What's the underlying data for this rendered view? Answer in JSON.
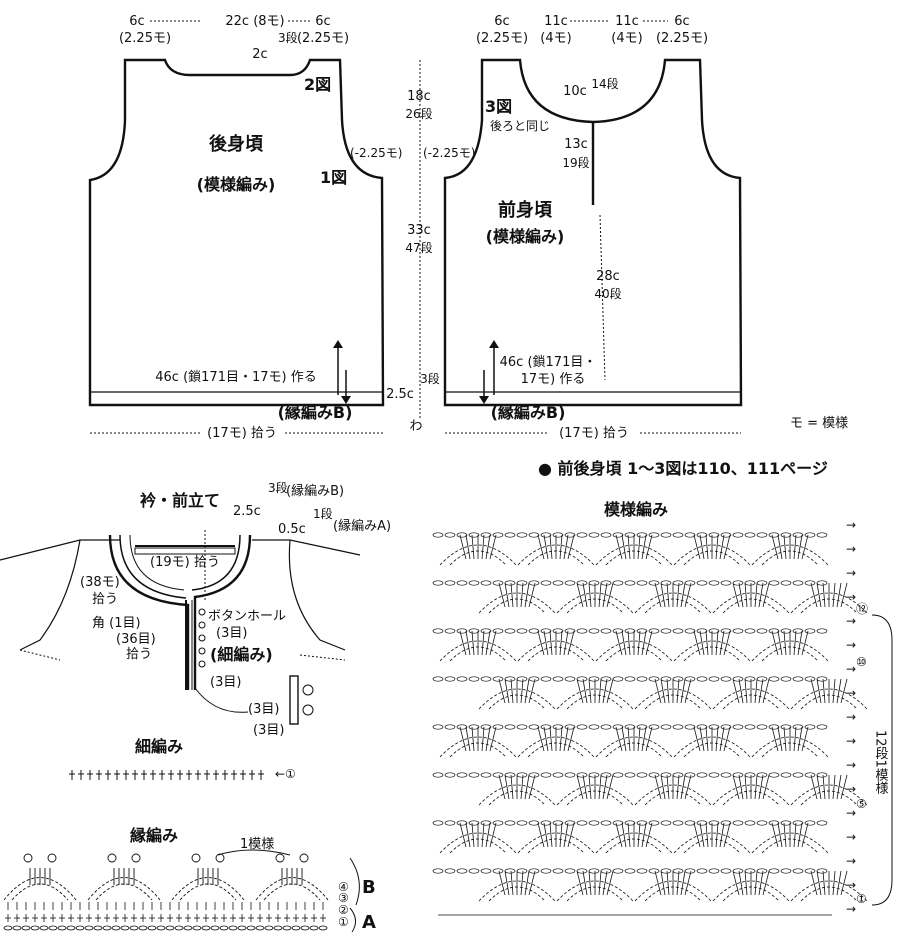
{
  "back": {
    "top_measure": [
      "6c",
      "22c (8モ)",
      "6c"
    ],
    "top_sub": [
      "(2.25モ)",
      "(2.25モ)"
    ],
    "neck_depth": "2c",
    "neck_rows": "3\n段",
    "fig": "2図",
    "title": "後身頃",
    "pattern": "(模様編み)",
    "fig1": "1図",
    "armhole_dec": "(-2.25モ)",
    "chain": "46c (鎖171目・17モ) 作る",
    "edging": "(縁編みB)",
    "pickup": "(17モ) 拾う"
  },
  "center": {
    "h18": "18c",
    "r26": "26段",
    "h33": "33c",
    "r47": "47段",
    "h25": "2.5c",
    "r3": "3段",
    "wa": "わ"
  },
  "front": {
    "top_measure": [
      "6c",
      "11c",
      "11c",
      "6c"
    ],
    "top_sub": [
      "(2.25モ)",
      "(4モ)",
      "(4モ)",
      "(2.25モ)"
    ],
    "neck10": "10c",
    "neck14": "14段",
    "fig3": "3図",
    "same_as_back": "後ろと同じ",
    "armhole_dec": "(-2.25モ)",
    "v13": "13c",
    "v19": "19段",
    "title": "前身頃",
    "pattern": "(模様編み)",
    "v28": "28c",
    "v40": "40段",
    "chain1": "46c (鎖171目・",
    "chain2": "17モ) 作る",
    "edging": "(縁編みB)",
    "pickup": "(17モ) 拾う"
  },
  "legend": "モ = 模様",
  "note": "● 前後身頃 1～3図は110、111ページ",
  "collar": {
    "title": "衿・前立て",
    "rows3": "3段",
    "edgeB": "(縁編みB)",
    "w25": "2.5c",
    "w05": "0.5c",
    "rows1": "1段",
    "edgeA": "(縁編みA)",
    "pick19": "(19モ) 拾う",
    "pick38": "(38モ)",
    "pick38b": "拾う",
    "corner": "角 (1目)",
    "pick36": "(36目)",
    "pick36b": "拾う",
    "buttonhole": "ボタンホール",
    "bh3": "(3目)",
    "hoso": "(細編み)",
    "m3a": "(3目)",
    "m3b": "(3目)",
    "m3c": "(3目)"
  },
  "hosoami": {
    "title": "細編み",
    "row1": "←①"
  },
  "fuchi": {
    "title": "縁編み",
    "repeat": "1模様",
    "rows": [
      "④",
      "③",
      "②",
      "①"
    ],
    "B": "B",
    "A": "A"
  },
  "moyo": {
    "title": "模様編み",
    "rows": [
      "⑫",
      "⑩",
      "⑤",
      "①"
    ],
    "repeat": "12段1模様"
  }
}
